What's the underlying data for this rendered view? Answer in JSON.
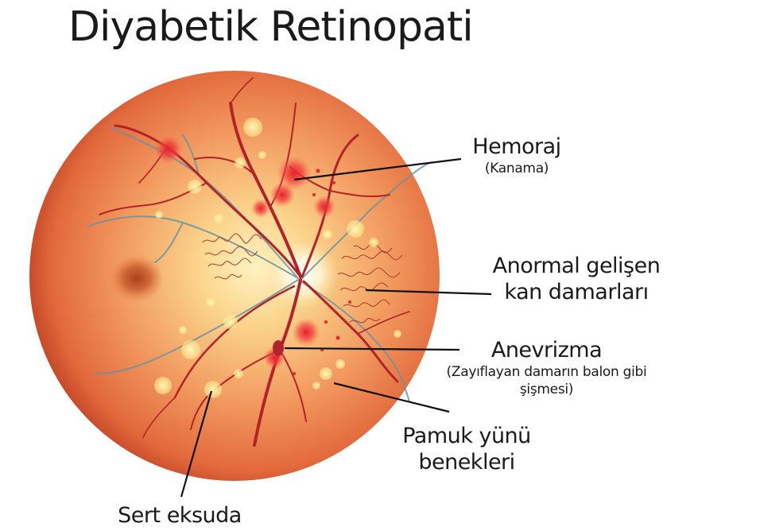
{
  "title": "Diyabetik Retinopati",
  "labels": {
    "hemorrhage": {
      "name": "Hemoraj",
      "note": "(Kanama)"
    },
    "abnormal_vessels": {
      "line1": "Anormal gelişen",
      "line2": "kan damarları"
    },
    "aneurysm": {
      "name": "Anevrizma",
      "note_line1": "(Zayıflayan damarın balon gibi",
      "note_line2": "şişmesi)"
    },
    "cotton_wool": {
      "line1": "Pamuk yünü",
      "line2": "benekleri"
    },
    "hard_exudate": {
      "name": "Sert eksuda"
    }
  },
  "colors": {
    "retina_center": "#ffe6a0",
    "retina_mid": "#f39a5e",
    "retina_edge": "#d95630",
    "vessel": "#b4232a",
    "vein": "#5f8fa0",
    "exudate": "#fff3a0",
    "line": "#111111"
  }
}
